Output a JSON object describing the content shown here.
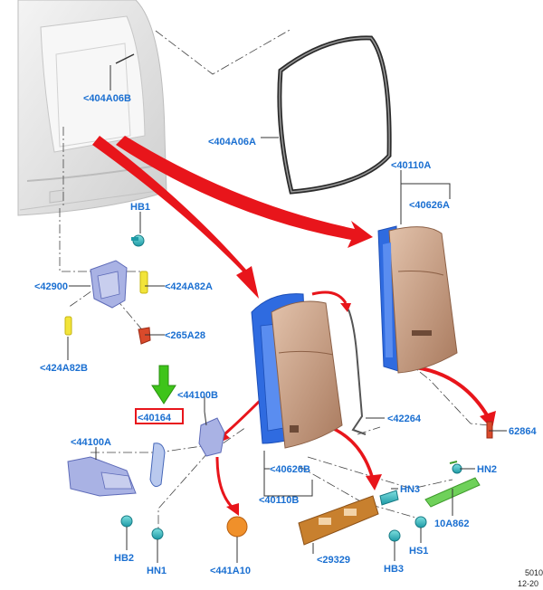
{
  "labels": {
    "l404A06B": "<404A06B",
    "l404A06A": "<404A06A",
    "l40110A": "<40110A",
    "l40626A_r": "<40626A",
    "lHB1": "HB1",
    "l42900": "<42900",
    "l424A82A": "<424A82A",
    "l265A28": "<265A28",
    "l424A82B": "<424A82B",
    "l44100B": "<44100B",
    "l40164": "<40164",
    "l44100A": "<44100A",
    "l42264": "<42264",
    "l62864": "62864",
    "l40626B": "<40626B",
    "l40110B": "<40110B",
    "lHN2": "HN2",
    "lHN3": "HN3",
    "l10A862": "10A862",
    "lHS1": "HS1",
    "lHB3": "HB3",
    "l29329": "<29329",
    "lHB2": "HB2",
    "lHN1": "HN1",
    "l441A10": "<441A10"
  },
  "footer": {
    "code": "5010",
    "date": "12-20"
  },
  "colors": {
    "label": "#1a6fd1",
    "arrow": "#e8151b",
    "highlight_box": "#e8151b",
    "pointer": "#3ec41a",
    "door_panel": "#c9a288",
    "door_frame": "#2f6be0",
    "van_body": "#e6e6e6"
  }
}
